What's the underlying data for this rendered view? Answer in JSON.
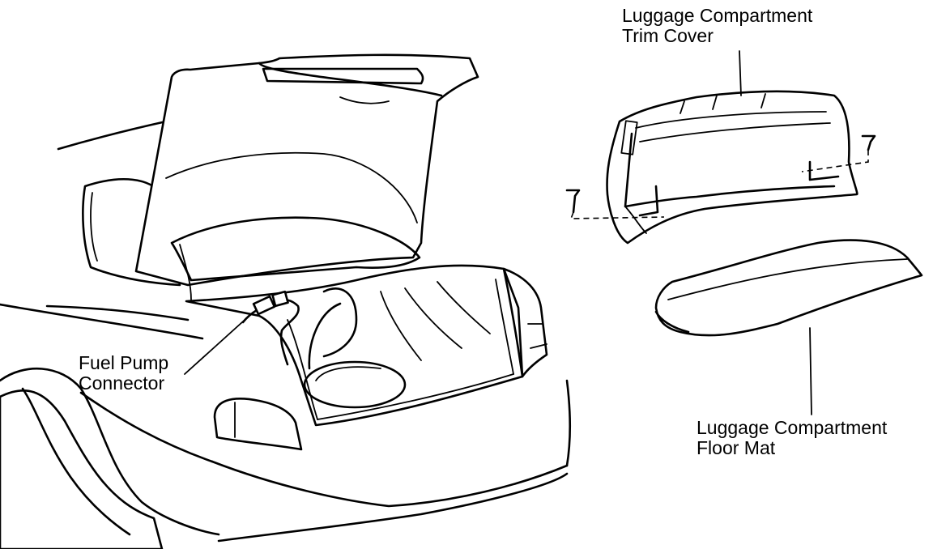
{
  "labels": {
    "fuel_pump_connector": [
      "Fuel Pump",
      "Connector"
    ],
    "trim_cover": [
      "Luggage Compartment",
      "Trim Cover"
    ],
    "floor_mat": [
      "Luggage Compartment",
      "Floor Mat"
    ]
  },
  "colors": {
    "ink": "#000000",
    "paper": "#ffffff"
  }
}
